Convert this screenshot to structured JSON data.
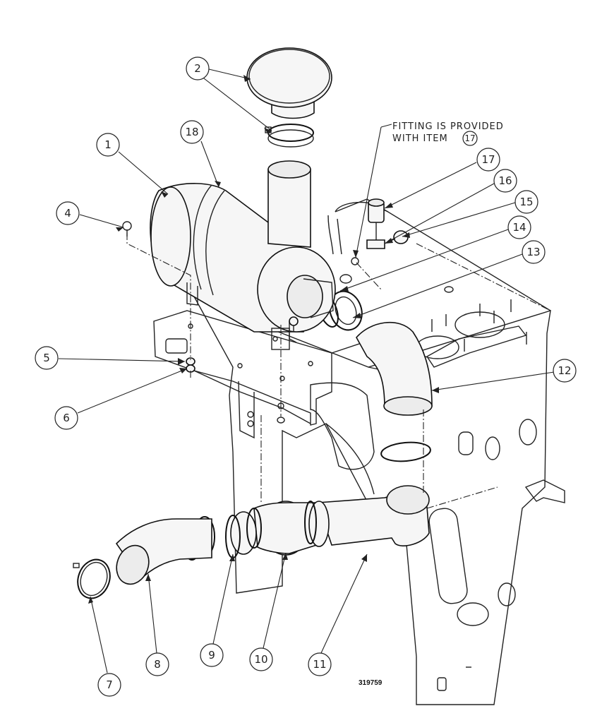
{
  "note": {
    "line1": "FITTING IS PROVIDED",
    "line2": "WITH ITEM",
    "ref_item": "17"
  },
  "drawing_number": "319759",
  "callouts": [
    {
      "id": "1"
    },
    {
      "id": "2"
    },
    {
      "id": "4"
    },
    {
      "id": "5"
    },
    {
      "id": "6"
    },
    {
      "id": "7"
    },
    {
      "id": "8"
    },
    {
      "id": "9"
    },
    {
      "id": "10"
    },
    {
      "id": "11"
    },
    {
      "id": "12"
    },
    {
      "id": "13"
    },
    {
      "id": "14"
    },
    {
      "id": "15"
    },
    {
      "id": "16"
    },
    {
      "id": "17"
    },
    {
      "id": "18"
    }
  ]
}
